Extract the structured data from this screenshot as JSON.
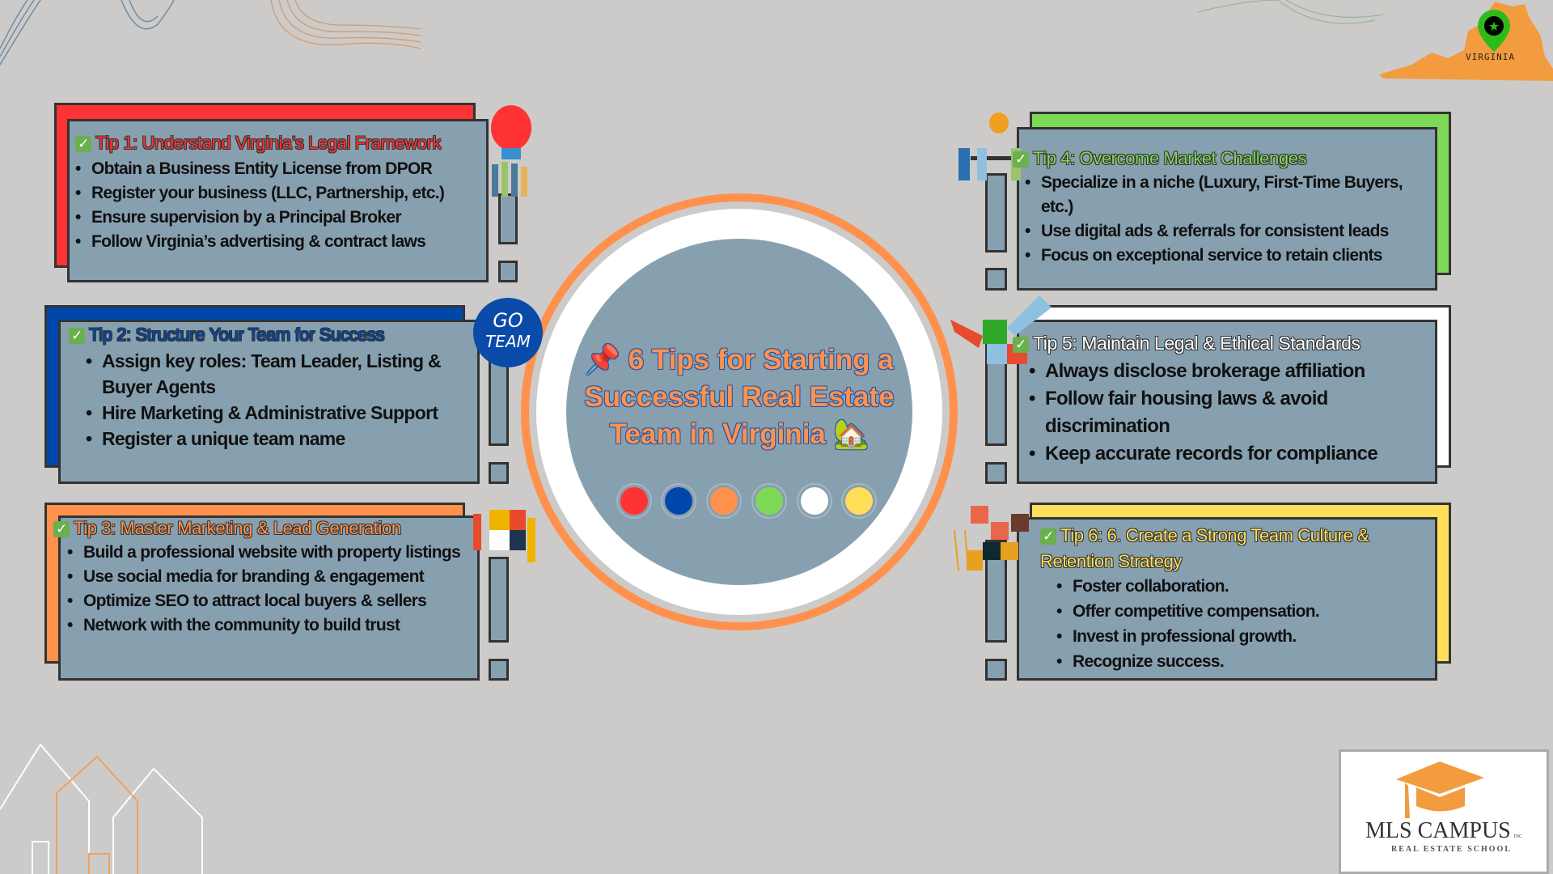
{
  "title": {
    "pin_icon": "pushpin",
    "text": "6 Tips for Starting a Successful Real Estate Team in Virginia",
    "house_icon": "house-with-garden"
  },
  "color_dots": [
    "#ff3333",
    "#0047ab",
    "#ff914d",
    "#7ed957",
    "#ffffff",
    "#ffde59"
  ],
  "tips": [
    {
      "heading": "Tip 1: Understand Virginia’s Legal Framework",
      "color": "#ff3333",
      "bullets": [
        "Obtain a Business Entity License from DPOR",
        "Register your business (LLC, Partnership, etc.)",
        "Ensure supervision by a Principal Broker",
        "Follow Virginia’s advertising & contract laws"
      ]
    },
    {
      "heading": "Tip 2: Structure Your Team for Success",
      "color": "#0047ab",
      "bullets": [
        "Assign key roles: Team Leader, Listing & Buyer Agents",
        "Hire Marketing & Administrative Support",
        "Register a unique team name"
      ]
    },
    {
      "heading": "Tip 3: Master Marketing & Lead Generation",
      "color": "#ff914d",
      "bullets": [
        "Build a professional website with property listings",
        "Use social media for branding & engagement",
        "Optimize SEO to attract local buyers & sellers",
        "Network with the community to build trust"
      ]
    },
    {
      "heading": "Tip 4: Overcome Market Challenges",
      "color": "#7ed957",
      "bullets": [
        "Specialize in a niche (Luxury, First-Time Buyers, etc.)",
        "Use digital ads & referrals for consistent leads",
        "Focus on exceptional service to retain clients"
      ]
    },
    {
      "heading": "Tip 5: Maintain Legal & Ethical Standards",
      "color": "#ffffff",
      "bullets": [
        "Always disclose brokerage affiliation",
        "Follow fair housing laws & avoid discrimination",
        "Keep accurate records for compliance"
      ]
    },
    {
      "heading": "Tip 6: 6. Create a Strong Team Culture & Retention Strategy",
      "color": "#ffde59",
      "bullets": [
        "Foster collaboration.",
        "Offer competitive compensation.",
        "Invest in professional growth.",
        "Recognize success."
      ]
    }
  ],
  "check_glyph": "✓",
  "badge": {
    "line1": "GO",
    "line2": "TEAM"
  },
  "map": {
    "label": "VIRGINIA"
  },
  "logo": {
    "name": "MLS CAMPUS",
    "suffix": "INC",
    "tagline": "REAL ESTATE SCHOOL"
  }
}
